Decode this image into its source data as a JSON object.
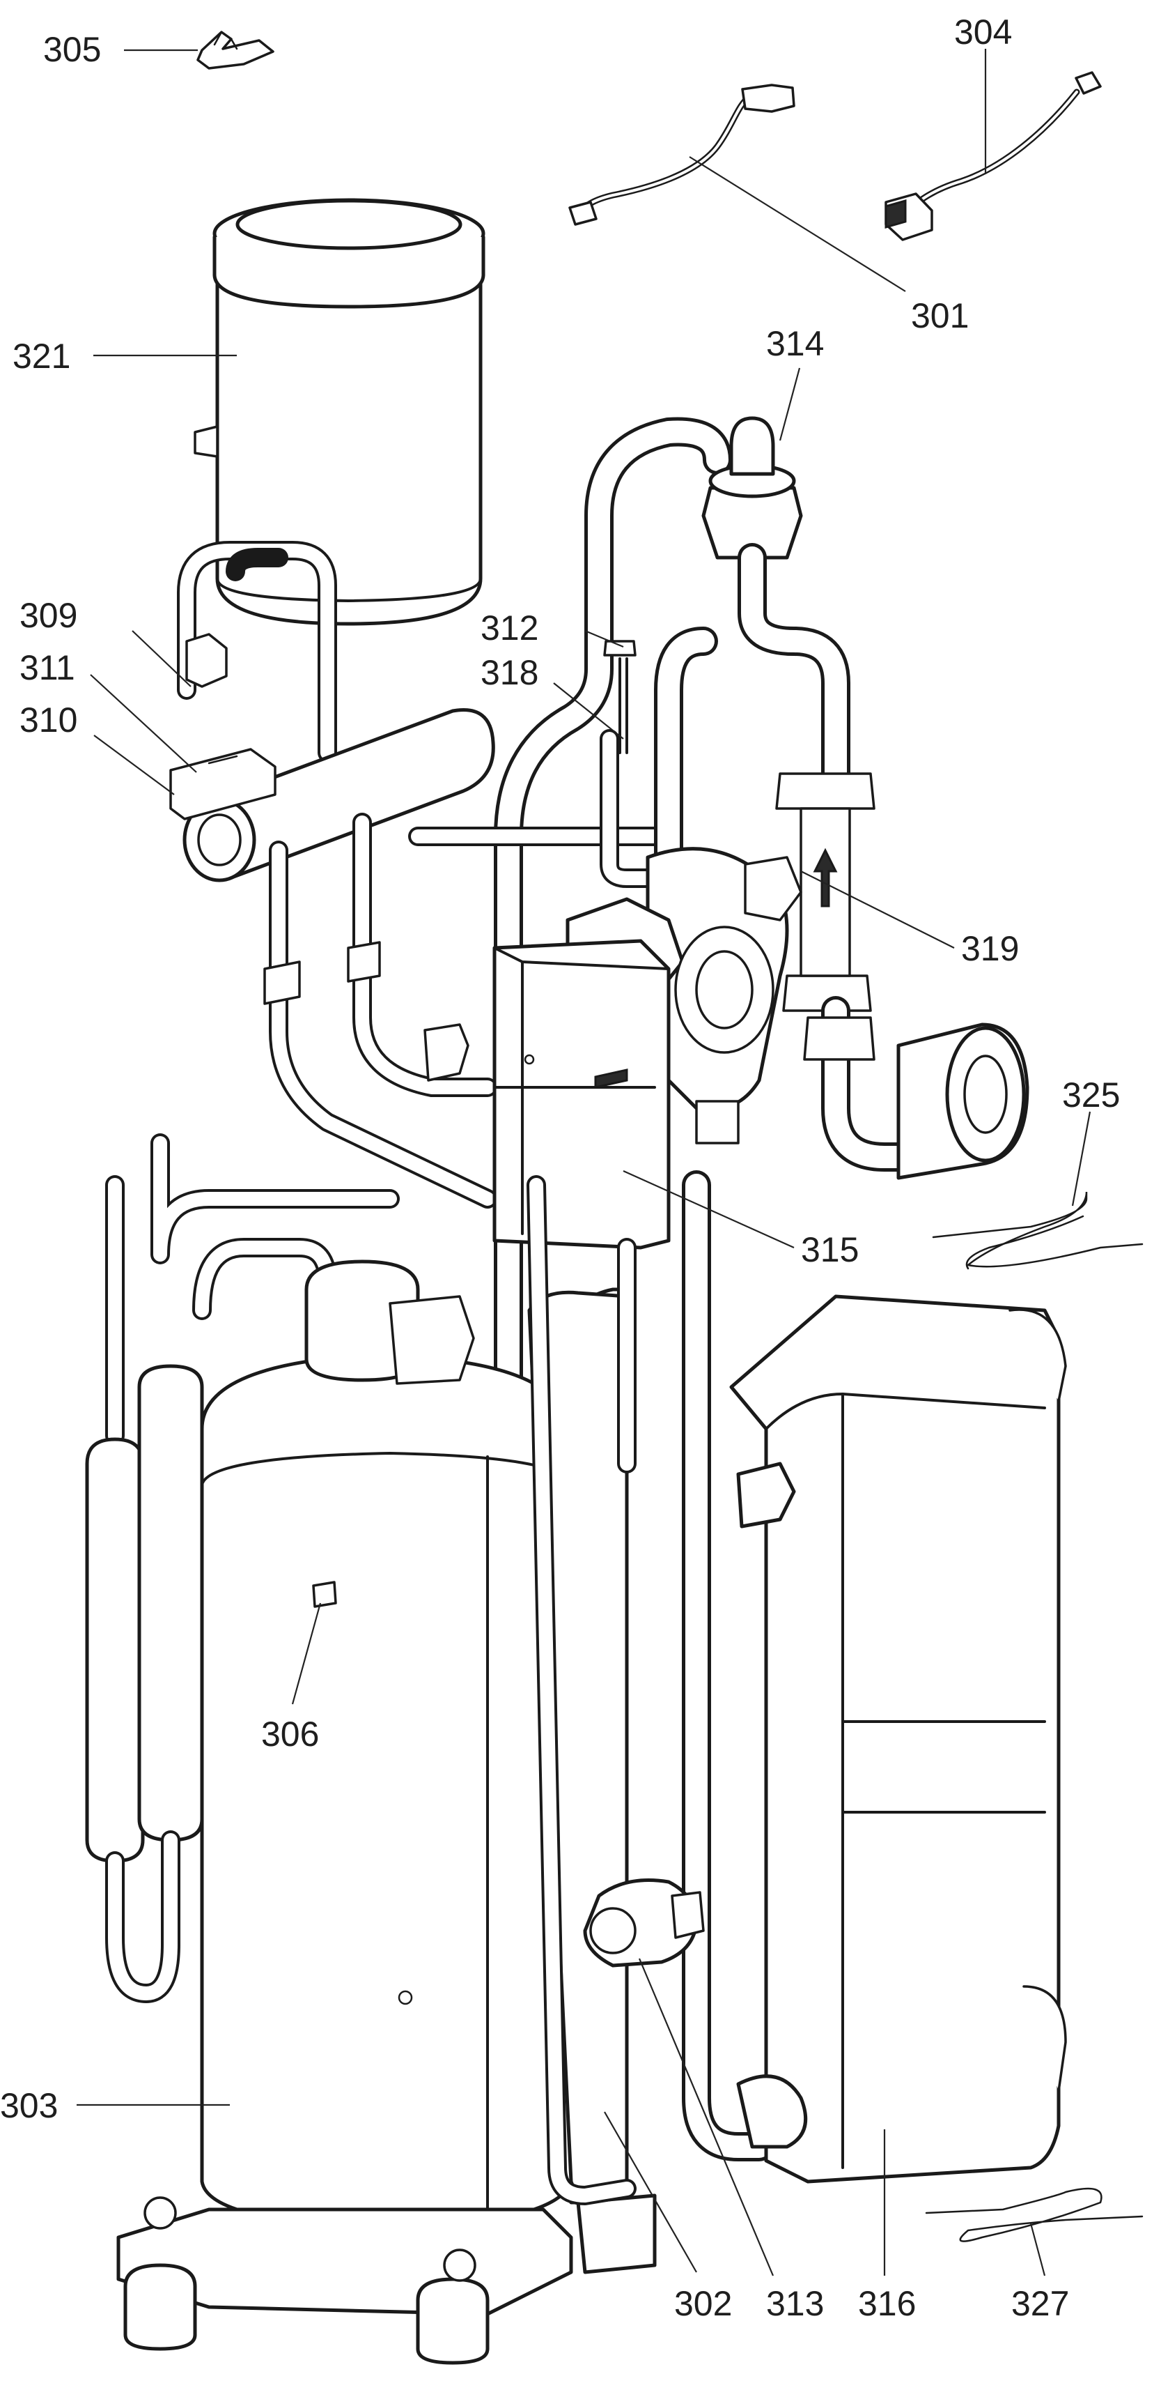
{
  "callouts": [
    {
      "id": "305",
      "label": "305"
    },
    {
      "id": "304",
      "label": "304"
    },
    {
      "id": "301",
      "label": "301"
    },
    {
      "id": "321",
      "label": "321"
    },
    {
      "id": "314",
      "label": "314"
    },
    {
      "id": "309",
      "label": "309"
    },
    {
      "id": "312",
      "label": "312"
    },
    {
      "id": "318",
      "label": "318"
    },
    {
      "id": "311",
      "label": "311"
    },
    {
      "id": "310",
      "label": "310"
    },
    {
      "id": "319",
      "label": "319"
    },
    {
      "id": "325",
      "label": "325"
    },
    {
      "id": "315",
      "label": "315"
    },
    {
      "id": "306",
      "label": "306"
    },
    {
      "id": "303",
      "label": "303"
    },
    {
      "id": "302",
      "label": "302"
    },
    {
      "id": "313",
      "label": "313"
    },
    {
      "id": "316",
      "label": "316"
    },
    {
      "id": "327",
      "label": "327"
    }
  ]
}
